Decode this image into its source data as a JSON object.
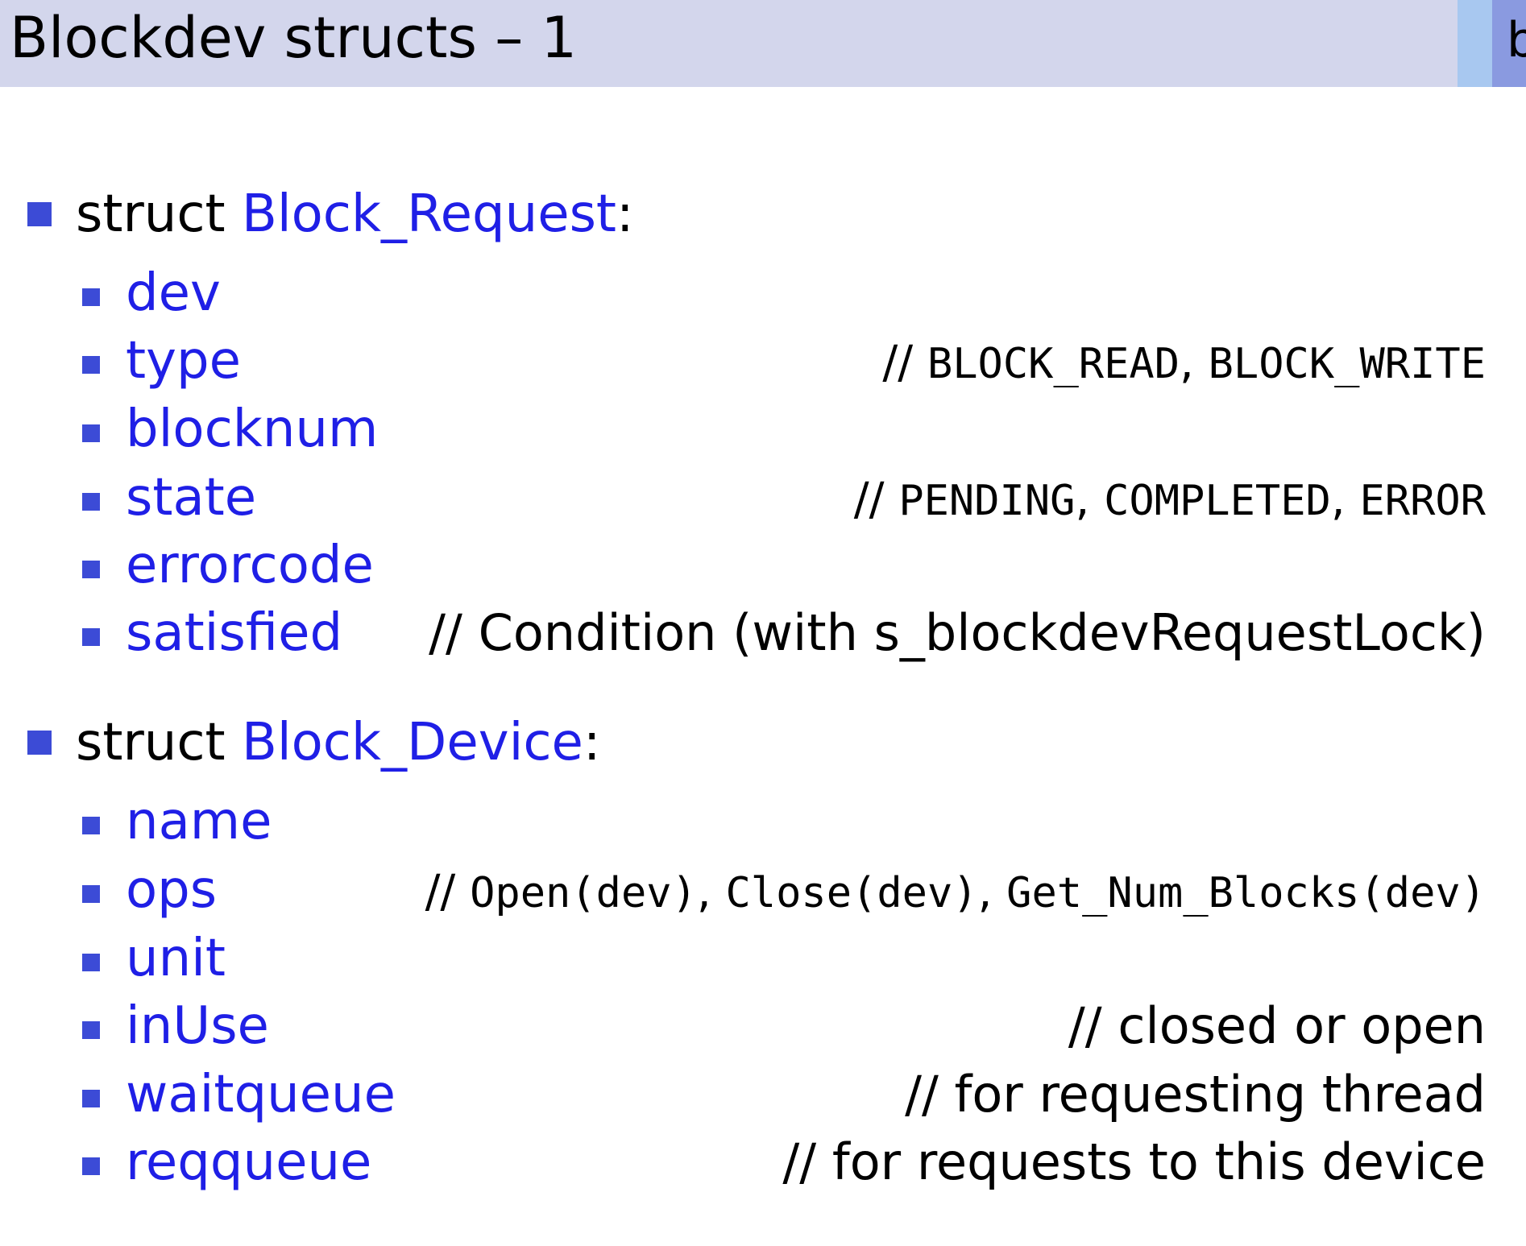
{
  "header": {
    "title": "Blockdev structs – 1",
    "nav_letter": "b"
  },
  "sections": [
    {
      "prefix": "struct ",
      "name": "Block_Request",
      "suffix": ":",
      "fields": [
        {
          "name": "dev",
          "comment": []
        },
        {
          "name": "type",
          "comment": [
            {
              "text": "// ",
              "style": "sans"
            },
            {
              "text": "BLOCK_READ",
              "style": "mono"
            },
            {
              "text": ", ",
              "style": "sans"
            },
            {
              "text": "BLOCK_WRITE",
              "style": "mono"
            }
          ]
        },
        {
          "name": "blocknum",
          "comment": []
        },
        {
          "name": "state",
          "comment": [
            {
              "text": "// ",
              "style": "sans"
            },
            {
              "text": "PENDING",
              "style": "mono"
            },
            {
              "text": ", ",
              "style": "sans"
            },
            {
              "text": "COMPLETED",
              "style": "mono"
            },
            {
              "text": ", ",
              "style": "sans"
            },
            {
              "text": "ERROR",
              "style": "mono"
            }
          ]
        },
        {
          "name": "errorcode",
          "comment": []
        },
        {
          "name": "satisfied",
          "comment": [
            {
              "text": "// Condition (with s_blockdevRequestLock)",
              "style": "plain"
            }
          ]
        }
      ]
    },
    {
      "prefix": "struct ",
      "name": "Block_Device",
      "suffix": ":",
      "fields": [
        {
          "name": "name",
          "comment": []
        },
        {
          "name": "ops",
          "comment": [
            {
              "text": "// ",
              "style": "sans"
            },
            {
              "text": "Open(dev)",
              "style": "mono"
            },
            {
              "text": ", ",
              "style": "sans"
            },
            {
              "text": "Close(dev)",
              "style": "mono"
            },
            {
              "text": ", ",
              "style": "sans"
            },
            {
              "text": "Get_Num_Blocks(dev)",
              "style": "mono"
            }
          ]
        },
        {
          "name": "unit",
          "comment": []
        },
        {
          "name": "inUse",
          "comment": [
            {
              "text": "// closed or open",
              "style": "plain"
            }
          ]
        },
        {
          "name": "waitqueue",
          "comment": [
            {
              "text": "// for requesting thread",
              "style": "plain"
            }
          ]
        },
        {
          "name": "reqqueue",
          "comment": [
            {
              "text": "// for requests to this device",
              "style": "plain"
            }
          ]
        }
      ]
    }
  ]
}
